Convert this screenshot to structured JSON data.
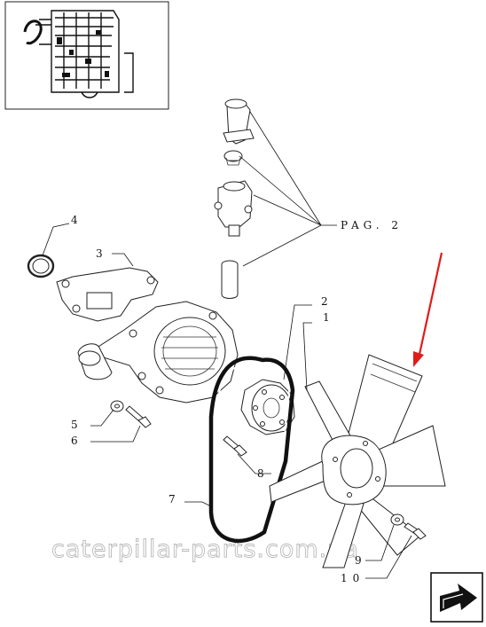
{
  "diagram": {
    "reference_text": "PAG. 2",
    "watermark": "caterpillar-parts.com.ua",
    "callouts": [
      "1",
      "2",
      "3",
      "4",
      "5",
      "6",
      "7",
      "8",
      "9",
      "10"
    ],
    "highlight_arrow_color": "#e01b1b",
    "nav_icon": "next-page-arrow-icon"
  }
}
